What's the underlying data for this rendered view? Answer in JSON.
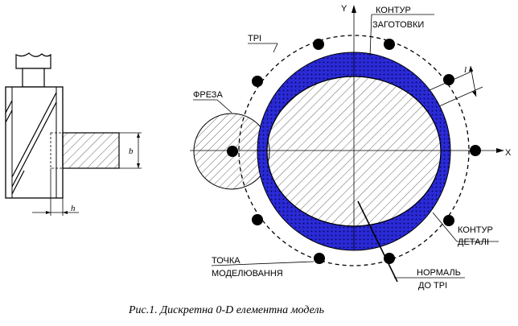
{
  "labels": {
    "contour_workpiece_1": "КОНТУР",
    "contour_workpiece_2": "ЗАГОТОВКИ",
    "tri": "ТРІ",
    "cutter": "ФРЕЗА",
    "axis_y": "Y",
    "axis_x": "X",
    "dim_l": "l",
    "dim_b": "b",
    "dim_h": "h",
    "contour_part_1": "КОНТУР",
    "contour_part_2": "ДЕТАЛІ",
    "point_1": "ТОЧКА",
    "point_2": "МОДЕЛЮВАННЯ",
    "normal_1": "НОРМАЛЬ",
    "normal_2": "ДО ТРІ"
  },
  "caption": "Рис.1. Дискретна 0-D елементна модель",
  "colors": {
    "ring_fill": "#2a2ad8",
    "ring_dots": "#0b0b60",
    "line": "#000000"
  }
}
